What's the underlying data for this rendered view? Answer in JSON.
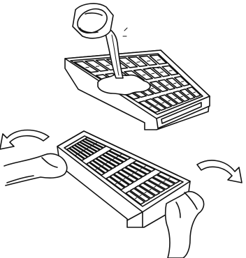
{
  "figure": {
    "panels": [
      {
        "id": "fill-tray",
        "depicts": [
          "pitcher",
          "water-stream",
          "ice-tray"
        ]
      },
      {
        "id": "twist-tray",
        "depicts": [
          "ice-tray",
          "left-hand",
          "right-hand",
          "twist-arrow-left",
          "twist-arrow-right"
        ]
      }
    ],
    "tray_grid": {
      "rows": 4,
      "cols": 8
    }
  }
}
